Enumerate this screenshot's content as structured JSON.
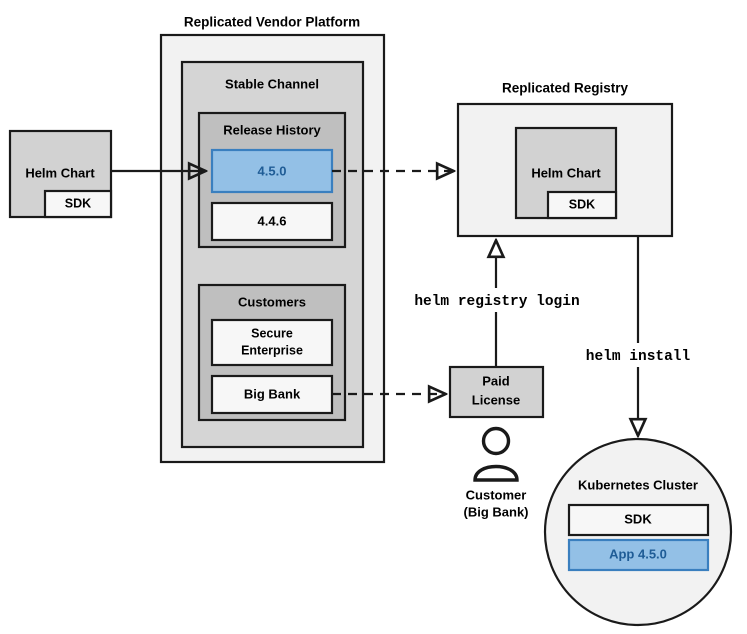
{
  "diagram": {
    "type": "architecture-flow",
    "background": "#ffffff",
    "accent_blue": "#93c0e6",
    "accent_blue_border": "#3a7fbf",
    "accent_blue_text": "#1f5c96",
    "vendor_platform": {
      "title": "Replicated Vendor Platform",
      "stable_channel": {
        "title": "Stable Channel",
        "release_history": {
          "title": "Release History",
          "releases": [
            {
              "version": "4.5.0",
              "highlighted": true
            },
            {
              "version": "4.4.6",
              "highlighted": false
            }
          ]
        },
        "customers": {
          "title": "Customers",
          "items": [
            {
              "name_line1": "Secure",
              "name_line2": "Enterprise"
            },
            {
              "name_line1": "Big Bank",
              "name_line2": ""
            }
          ]
        }
      }
    },
    "source_chart": {
      "title": "Helm Chart",
      "component": "SDK"
    },
    "registry": {
      "title": "Replicated Registry",
      "chart": {
        "title": "Helm Chart",
        "component": "SDK"
      }
    },
    "license": {
      "label_line1": "Paid",
      "label_line2": "License"
    },
    "customer_actor": {
      "icon": "person-icon",
      "label_line1": "Customer",
      "label_line2": "(Big Bank)"
    },
    "cluster": {
      "title": "Kubernetes Cluster",
      "items": [
        {
          "label": "SDK",
          "highlighted": false
        },
        {
          "label": "App 4.5.0",
          "highlighted": true
        }
      ]
    },
    "commands": [
      {
        "text": "helm registry login"
      },
      {
        "text": "helm install"
      }
    ],
    "edges": [
      {
        "name": "chart-to-release",
        "style": "solid"
      },
      {
        "name": "release-to-registry",
        "style": "dashed"
      },
      {
        "name": "bigbank-to-license",
        "style": "dashed"
      },
      {
        "name": "license-to-registry",
        "style": "solid"
      },
      {
        "name": "registry-to-cluster",
        "style": "solid"
      }
    ]
  }
}
